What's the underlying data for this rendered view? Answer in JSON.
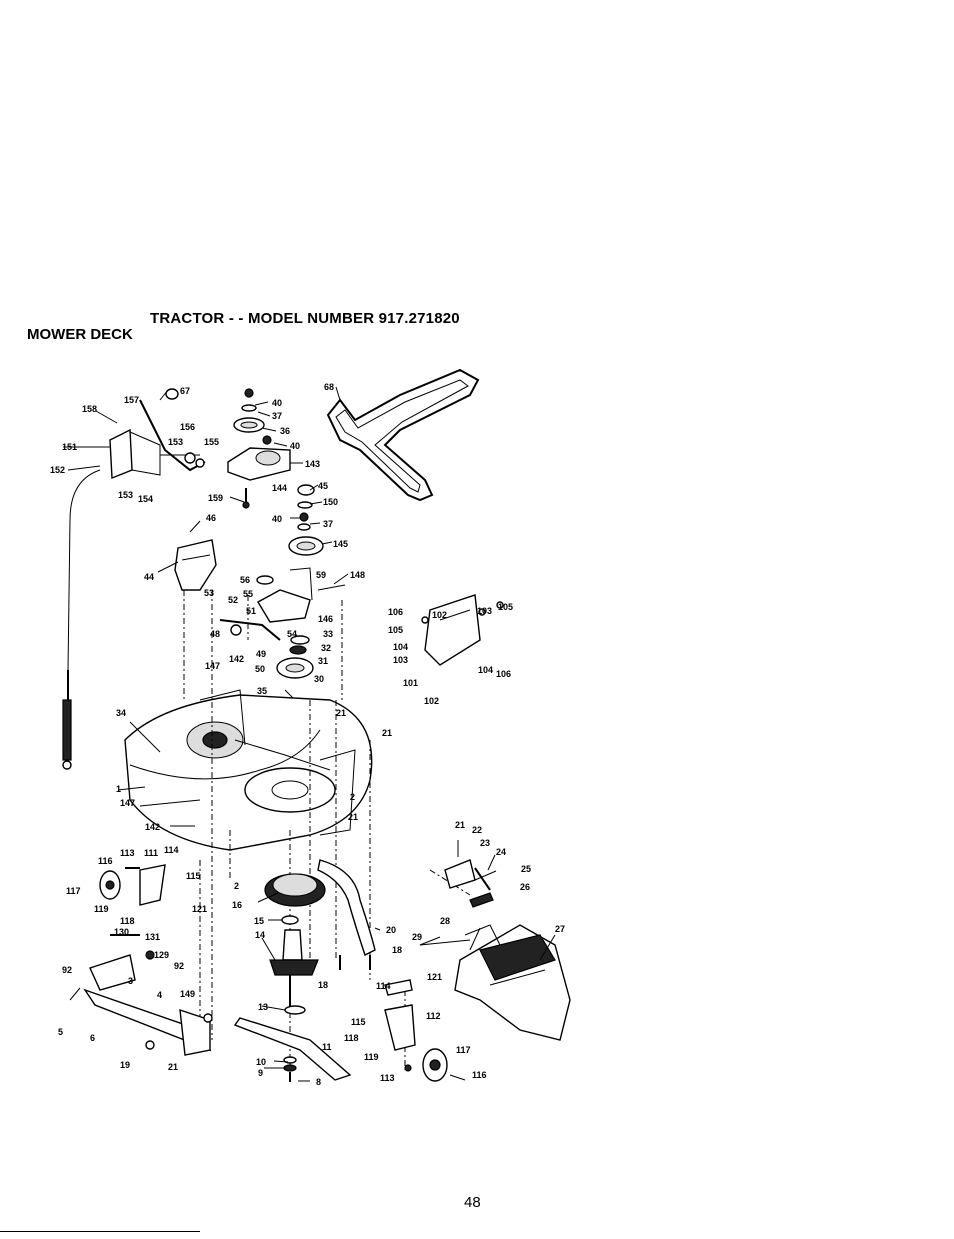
{
  "header": {
    "title": "TRACTOR - - MODEL NUMBER 917.271820",
    "section": "MOWER DECK"
  },
  "footer": {
    "page_number": "48"
  },
  "callouts": {
    "c1": "1",
    "c2": "2",
    "c3": "3",
    "c4": "4",
    "c5": "5",
    "c6": "6",
    "c8": "8",
    "c9": "9",
    "c10": "10",
    "c11": "11",
    "c13": "13",
    "c14": "14",
    "c15": "15",
    "c16": "16",
    "c18a": "18",
    "c18b": "18",
    "c19": "19",
    "c20": "20",
    "c21a": "21",
    "c21b": "21",
    "c21c": "21",
    "c21d": "21",
    "c21e": "21",
    "c22": "22",
    "c23": "23",
    "c24": "24",
    "c25": "25",
    "c26": "26",
    "c27": "27",
    "c28": "28",
    "c29": "29",
    "c30": "30",
    "c31": "31",
    "c32": "32",
    "c33": "33",
    "c34": "34",
    "c35": "35",
    "c36": "36",
    "c37a": "37",
    "c37b": "37",
    "c40a": "40",
    "c40b": "40",
    "c40c": "40",
    "c44": "44",
    "c45": "45",
    "c46": "46",
    "c48": "48",
    "c49": "49",
    "c50": "50",
    "c51": "51",
    "c52": "52",
    "c53": "53",
    "c54": "54",
    "c55": "55",
    "c56": "56",
    "c59": "59",
    "c67": "67",
    "c68": "68",
    "c92a": "92",
    "c92b": "92",
    "c101": "101",
    "c102a": "102",
    "c102b": "102",
    "c103a": "103",
    "c103b": "103",
    "c104a": "104",
    "c104b": "104",
    "c105a": "105",
    "c105b": "105",
    "c106a": "106",
    "c106b": "106",
    "c111": "111",
    "c112": "112",
    "c113a": "113",
    "c113b": "113",
    "c114a": "114",
    "c114b": "114",
    "c115a": "115",
    "c115b": "115",
    "c116a": "116",
    "c116b": "116",
    "c117a": "117",
    "c117b": "117",
    "c118a": "118",
    "c118b": "118",
    "c119a": "119",
    "c119b": "119",
    "c121a": "121",
    "c121b": "121",
    "c129": "129",
    "c130": "130",
    "c131": "131",
    "c142a": "142",
    "c142b": "142",
    "c143": "143",
    "c144": "144",
    "c145": "145",
    "c146": "146",
    "c147a": "147",
    "c147b": "147",
    "c148": "148",
    "c149": "149",
    "c150": "150",
    "c151": "151",
    "c152": "152",
    "c153a": "153",
    "c153b": "153",
    "c154": "154",
    "c155": "155",
    "c156": "156",
    "c157": "157",
    "c158": "158",
    "c159": "159"
  }
}
